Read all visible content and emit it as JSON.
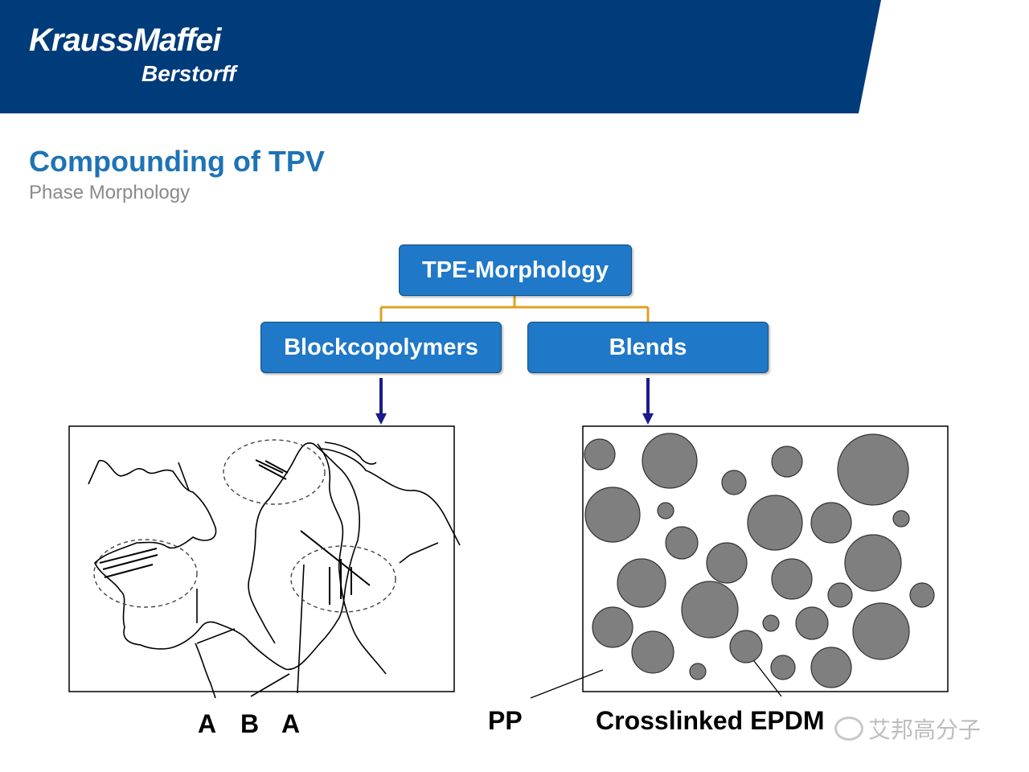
{
  "header": {
    "logo_main": "KraussMaffei",
    "logo_sub": "Berstorff",
    "brand_color": "#003b7a"
  },
  "title": "Compounding of TPV",
  "subtitle": "Phase Morphology",
  "tree": {
    "root": "TPE-Morphology",
    "left": "Blockcopolymers",
    "right": "Blends",
    "node_color": "#1f78c8",
    "connector_color": "#e0a020",
    "arrow_color": "#1a1a8c"
  },
  "labels": {
    "abc": [
      "A",
      "B",
      "A"
    ],
    "pp": "PP",
    "epdm": "Crosslinked EPDM"
  },
  "blend_particle_color": "#7f7f7f",
  "watermark": "艾邦高分子"
}
